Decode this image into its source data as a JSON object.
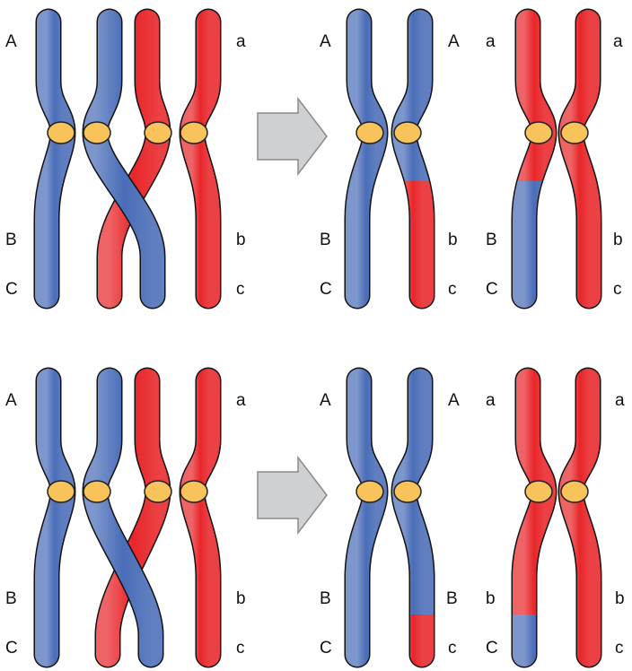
{
  "colors": {
    "blue": "#4a6db8",
    "red": "#e8262a",
    "centromere": "#f7c35a",
    "arrow": "#cfd0d2"
  },
  "top_left": {
    "l1": "A",
    "l2": "B",
    "l3": "C",
    "r1": "a",
    "r2": "b",
    "r3": "c"
  },
  "top_right": {
    "bl1": "A",
    "bl2": "B",
    "bl3": "C",
    "br1": "A",
    "br2": "b",
    "br3": "c",
    "rl1": "a",
    "rl2": "B",
    "rl3": "C",
    "rr1": "a",
    "rr2": "b",
    "rr3": "c"
  },
  "bottom_left": {
    "l1": "A",
    "l2": "B",
    "l3": "C",
    "r1": "a",
    "r2": "b",
    "r3": "c"
  },
  "bottom_right": {
    "bl1": "A",
    "bl2": "B",
    "bl3": "C",
    "br1": "A",
    "br2": "B",
    "br3": "c",
    "rl1": "a",
    "rl2": "b",
    "rl3": "C",
    "rr1": "a",
    "rr2": "b",
    "rr3": "c"
  }
}
